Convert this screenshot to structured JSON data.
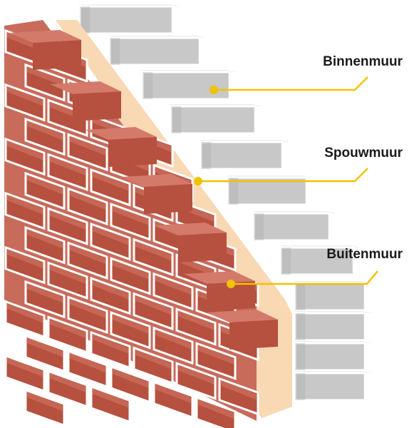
{
  "labels": [
    {
      "key": "inner",
      "text": "Binnenmuur"
    },
    {
      "key": "cavity",
      "text": "Spouwmuur"
    },
    {
      "key": "outer",
      "text": "Buitenmuur"
    }
  ],
  "colors": {
    "brick_top": "#d47a6a",
    "brick_front": "#b6503f",
    "brick_side": "#8e3a2e",
    "brick_edge": "#7a2e24",
    "block_top": "#ededed",
    "block_front": "#c8c8c8",
    "block_side": "#a9a9a9",
    "cavity_fill": "#f9d8b4",
    "leader_line": "#f2c200",
    "background": "#ffffff"
  }
}
